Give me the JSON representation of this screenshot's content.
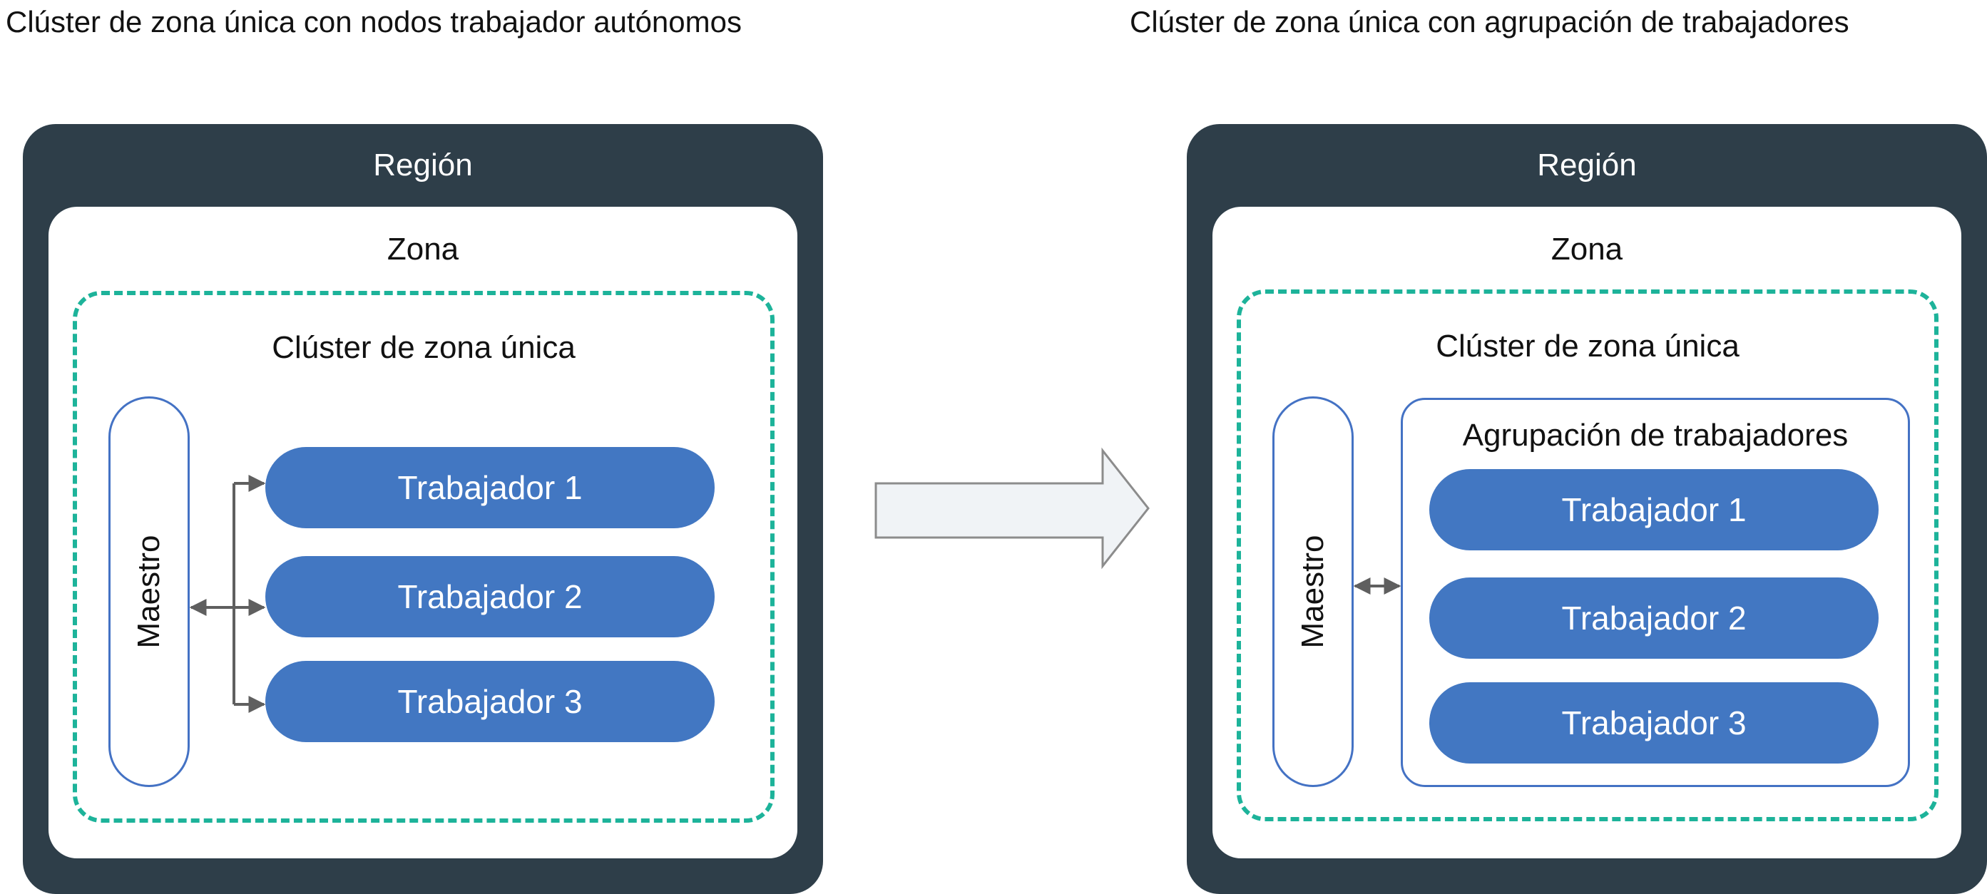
{
  "left": {
    "heading": "Clúster de zona única con nodos trabajador autónomos",
    "region_label": "Región",
    "zone_label": "Zona",
    "cluster_label": "Clúster de zona única",
    "master_label": "Maestro",
    "workers": [
      "Trabajador 1",
      "Trabajador 2",
      "Trabajador 3"
    ]
  },
  "right": {
    "heading": "Clúster de zona única con agrupación de trabajadores",
    "region_label": "Región",
    "zone_label": "Zona",
    "cluster_label": "Clúster de zona única",
    "master_label": "Maestro",
    "group_label": "Agrupación de trabajadores",
    "workers": [
      "Trabajador 1",
      "Trabajador 2",
      "Trabajador 3"
    ]
  },
  "colors": {
    "region_bg": "#2e3e49",
    "cluster_border": "#1db39a",
    "worker_bg": "#4277c2",
    "master_border": "#4472c4",
    "arrow_fill": "#f0f3f6",
    "arrow_stroke": "#8c8c8c",
    "connector": "#5f5f5f"
  }
}
